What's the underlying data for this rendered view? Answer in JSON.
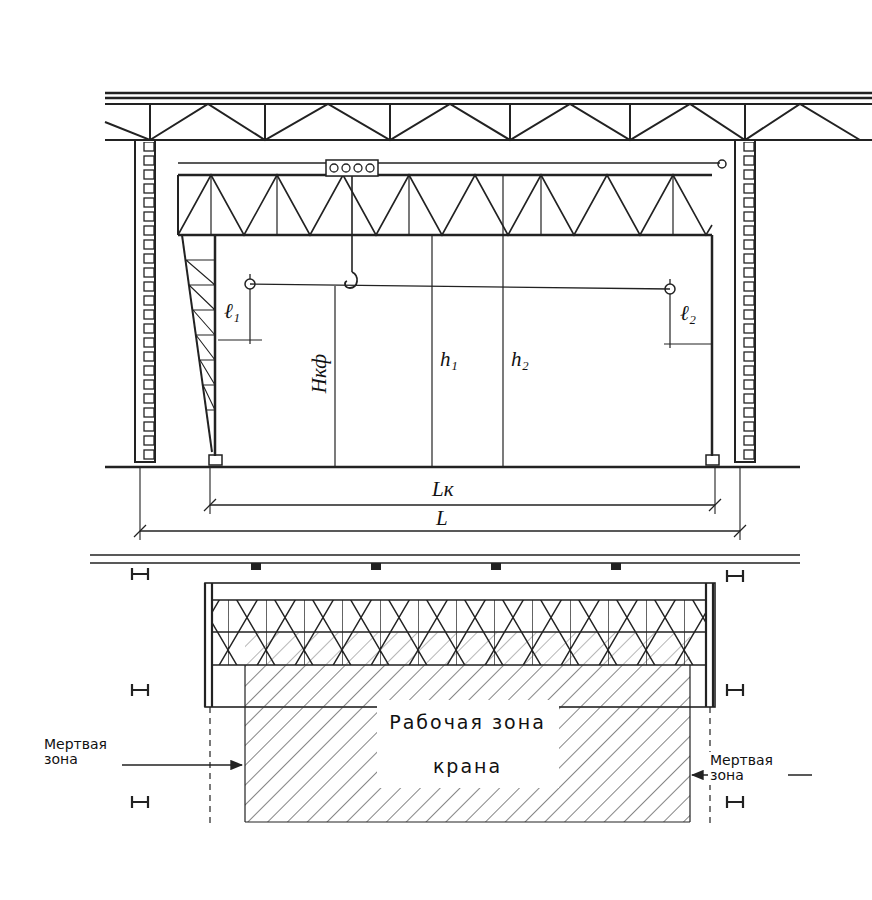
{
  "diagram": {
    "nodes": [
      {
        "text": [
          "Рабочая зона крана"
        ]
      }
    ],
    "labels": [
      "ℓ₁",
      "Hкф",
      "h₁",
      "h₂",
      "ℓ₂",
      "Lк",
      "L",
      "Мертвая зона",
      "Мертвая зона"
    ]
  }
}
